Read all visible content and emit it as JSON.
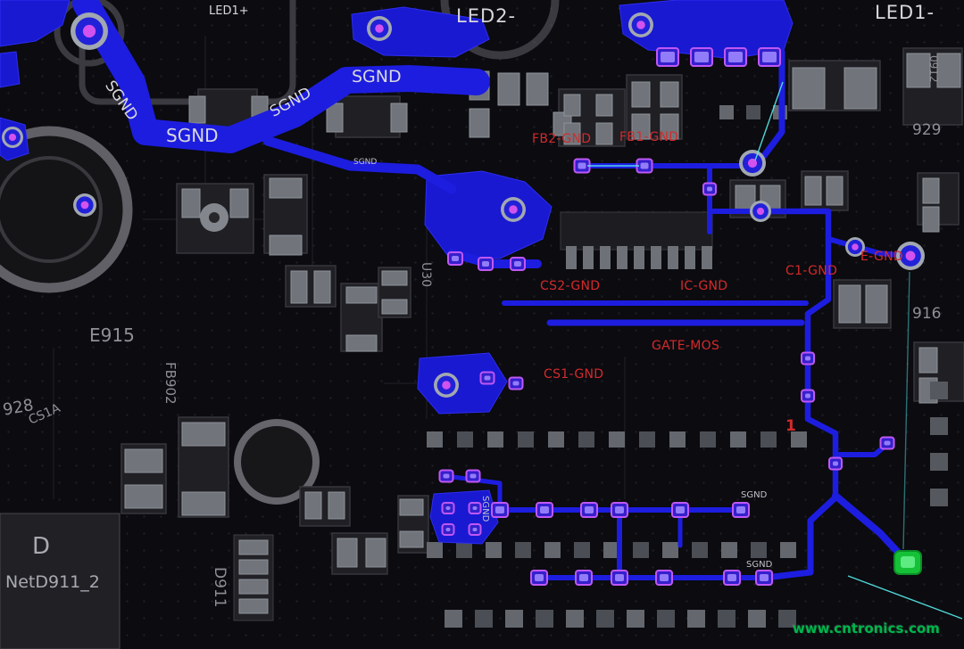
{
  "board": {
    "silkscreen": {
      "led1_plus": "LED1+",
      "led2_minus": "LED2-",
      "led1_minus": "LED1-",
      "sgnd": "SGND",
      "ref_0912": "0912",
      "ref_929": "929",
      "ref_916": "916",
      "ref_e915": "E915",
      "ref_928": "928",
      "ref_cs1a": "CS1A",
      "ref_fb902": "FB902",
      "ref_u30": "U30",
      "ref_d": "D",
      "net_d911_2": "NetD911_2",
      "ref_d911": "D911"
    },
    "annotations": {
      "fb2_gnd": "FB2-GND",
      "fb1_gnd": "FB1-GND",
      "cs2_gnd": "CS2-GND",
      "ic_gnd": "IC-GND",
      "c1_gnd": "C1-GND",
      "e_gnd": "E-GND",
      "gate_mos": "GATE-MOS",
      "cs1_gnd": "CS1-GND",
      "marker_1": "1"
    },
    "watermark": "www.cntronics.com",
    "colors": {
      "copper": "#1d1de0",
      "pad_outline": "#c058f4",
      "annotation": "#d42a2a",
      "silkscreen": "#d8d8dc",
      "reference": "#8f8f96",
      "airwire": "#58ecec",
      "watermark": "#00b44e",
      "background": "#0b0b10"
    }
  }
}
